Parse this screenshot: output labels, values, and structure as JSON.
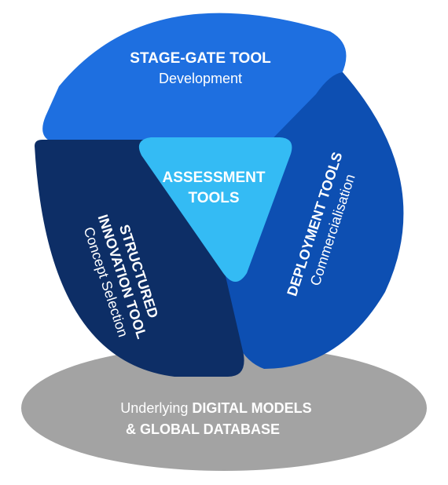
{
  "base": {
    "prefix": "Underlying",
    "emphasis": "DIGITAL MODELS",
    "line2": "& GLOBAL DATABASE"
  },
  "segments": {
    "stage_gate": {
      "title": "STAGE-GATE TOOL",
      "subtitle": "Development"
    },
    "deployment": {
      "title": "DEPLOYMENT TOOLS",
      "subtitle": "Commercialisation"
    },
    "structured": {
      "title_line1": "STRUCTURED",
      "title_line2": "INNOVATION TOOL",
      "subtitle": "Concept Selection"
    },
    "assessment": {
      "title_line1": "ASSESSMENT",
      "title_line2": "TOOLS"
    }
  },
  "colors": {
    "base_ellipse": "#a3a3a3",
    "base_text": "#ffffff",
    "stage_gate": "#1e6fe0",
    "deployment": "#0d4fb2",
    "structured": "#0d2e66",
    "assessment": "#34bbf4",
    "gap_blue": "#2fb2ee",
    "text": "#ffffff"
  }
}
